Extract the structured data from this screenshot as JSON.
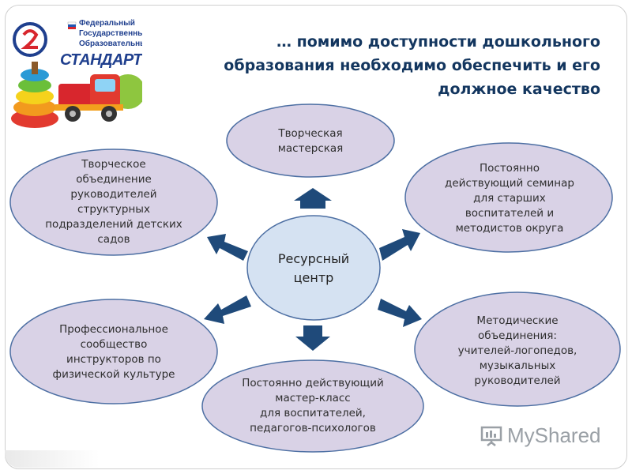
{
  "title": "… помимо доступности дошкольного образования необходимо обеспечить и его должное качество",
  "logo": {
    "line1": "Федеральный",
    "line2": "Государственный",
    "line3": "Образовательный",
    "word": "СТАНДАРТ"
  },
  "center": {
    "label": "Ресурсный\nцентр"
  },
  "nodes": [
    {
      "id": "top",
      "label": "Творческая\nмастерская"
    },
    {
      "id": "top-right",
      "label": "Постоянно\nдействующий семинар\nдля старших\nвоспитателей и\nметодистов округа"
    },
    {
      "id": "bottom-right",
      "label": "Методические\nобъединения:\nучителей-логопедов,\nмузыкальных\nруководителей"
    },
    {
      "id": "bottom",
      "label": "Постоянно действующий\nмастер-класс\nдля воспитателей,\nпедагогов-психологов"
    },
    {
      "id": "bottom-left",
      "label": "Профессиональное\nсообщество\nинструкторов по\nфизической культуре"
    },
    {
      "id": "top-left",
      "label": "Творческое\nобъединение\nруководителей\nструктурных\nподразделений детских\nсадов"
    }
  ],
  "watermark": {
    "text": "MyShared"
  },
  "colors": {
    "ellipse_fill": "#d9d2e6",
    "ellipse_stroke": "#4d6fa3",
    "center_fill": "#d5e2f2",
    "arrow": "#1f4a7a",
    "title": "#13365f"
  },
  "icons": [
    "logo-emblem",
    "arrow-up",
    "arrow-right",
    "arrow-down",
    "arrow-left",
    "presentation-icon"
  ]
}
